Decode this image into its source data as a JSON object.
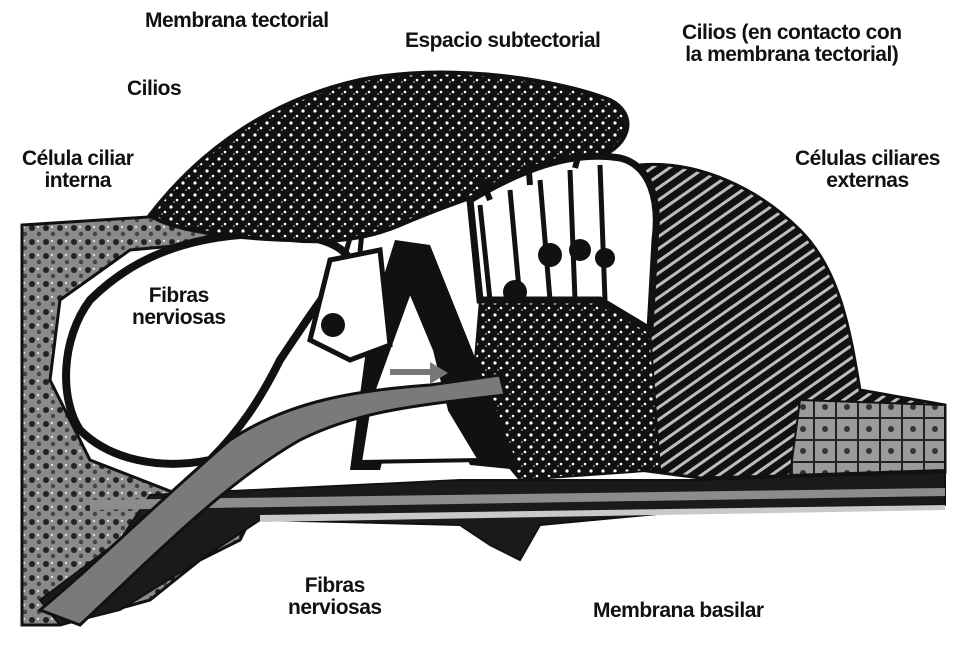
{
  "labels": {
    "membrana_tectorial": "Membrana tectorial",
    "espacio_subtectorial": "Espacio subtectorial",
    "cilios_contacto_1": "Cilios (en contacto con",
    "cilios_contacto_2": "la membrana tectorial)",
    "cilios": "Cilios",
    "celula_interna_1": "Célula ciliar",
    "celula_interna_2": "interna",
    "celulas_externas_1": "Células ciliares",
    "celulas_externas_2": "externas",
    "fibras_interior_1": "Fibras",
    "fibras_interior_2": "nerviosas",
    "fibras_bottom_1": "Fibras",
    "fibras_bottom_2": "nerviosas",
    "membrana_basilar": "Membrana basilar"
  },
  "colors": {
    "ink": "#111111",
    "tissue_gray": "#8a8a8a",
    "light_gray": "#c9c9c9",
    "white": "#ffffff"
  }
}
